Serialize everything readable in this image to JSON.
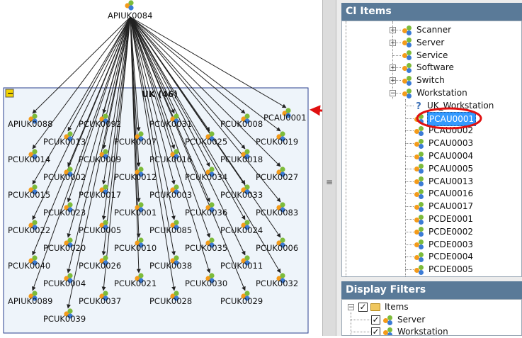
{
  "graph": {
    "root_label": "APIUK0084",
    "group_label": "UK (46)",
    "collapse_glyph": "−",
    "nodes": [
      {
        "label": "PCAU0001"
      },
      {
        "label": "APIUK0088"
      },
      {
        "label": "PCUK0092"
      },
      {
        "label": "PCUK0031"
      },
      {
        "label": "PCUK0008"
      },
      {
        "label": "PCUK0013"
      },
      {
        "label": "PCUK0007"
      },
      {
        "label": "PCUK0025"
      },
      {
        "label": "PCUK0019"
      },
      {
        "label": "PCUK0014"
      },
      {
        "label": "PCUK0009"
      },
      {
        "label": "PCUK0016"
      },
      {
        "label": "PCUK0018"
      },
      {
        "label": "PCUK0002"
      },
      {
        "label": "PCUK0012"
      },
      {
        "label": "PCUK0034"
      },
      {
        "label": "PCUK0027"
      },
      {
        "label": "PCUK0015"
      },
      {
        "label": "PCUK0017"
      },
      {
        "label": "PCUK0003"
      },
      {
        "label": "PCUK0033"
      },
      {
        "label": "PCUK0023"
      },
      {
        "label": "PCUK0001"
      },
      {
        "label": "PCUK0036"
      },
      {
        "label": "PCUK0083"
      },
      {
        "label": "PCUK0022"
      },
      {
        "label": "PCUK0005"
      },
      {
        "label": "PCUK0085"
      },
      {
        "label": "PCUK0024"
      },
      {
        "label": "PCUK0020"
      },
      {
        "label": "PCUK0010"
      },
      {
        "label": "PCUK0035"
      },
      {
        "label": "PCUK0006"
      },
      {
        "label": "PCUK0040"
      },
      {
        "label": "PCUK0026"
      },
      {
        "label": "PCUK0038"
      },
      {
        "label": "PCUK0011"
      },
      {
        "label": "PCUK0004"
      },
      {
        "label": "PCUK0021"
      },
      {
        "label": "PCUK0030"
      },
      {
        "label": "PCUK0032"
      },
      {
        "label": "APIUK0089"
      },
      {
        "label": "PCUK0037"
      },
      {
        "label": "PCUK0028"
      },
      {
        "label": "PCUK0029"
      },
      {
        "label": "PCUK0039"
      }
    ]
  },
  "ci_panel": {
    "title": "CI Items",
    "categories": [
      {
        "label": "Scanner",
        "expander": "+"
      },
      {
        "label": "Server",
        "expander": "+"
      },
      {
        "label": "Service",
        "expander": ""
      },
      {
        "label": "Software",
        "expander": "+"
      },
      {
        "label": "Switch",
        "expander": "+"
      },
      {
        "label": "Workstation",
        "expander": "−"
      }
    ],
    "workstation_children": [
      "UK_Workstation",
      "PCAU0001",
      "PCAU0002",
      "PCAU0003",
      "PCAU0004",
      "PCAU0005",
      "PCAU0013",
      "PCAU0016",
      "PCAU0017",
      "PCDE0001",
      "PCDE0002",
      "PCDE0003",
      "PCDE0004",
      "PCDE0005"
    ],
    "selected_item": "PCAU0001"
  },
  "filters_panel": {
    "title": "Display Filters",
    "items_label": "Items",
    "items_expander": "−",
    "children": [
      {
        "label": "Server",
        "checked": true
      },
      {
        "label": "Workstation",
        "checked": true
      }
    ],
    "check_glyph": "✓"
  },
  "colors": {
    "annotation_red": "#e01010",
    "header_bg": "#5a7a98",
    "group_border": "#2a3f8f",
    "group_fill": "#eef4fa",
    "selection": "#3399ff"
  },
  "icons": {
    "ci_item": "ci-cluster-icon",
    "unknown": "question-icon",
    "folder": "folder-icon",
    "grip": "splitter-grip-icon"
  }
}
